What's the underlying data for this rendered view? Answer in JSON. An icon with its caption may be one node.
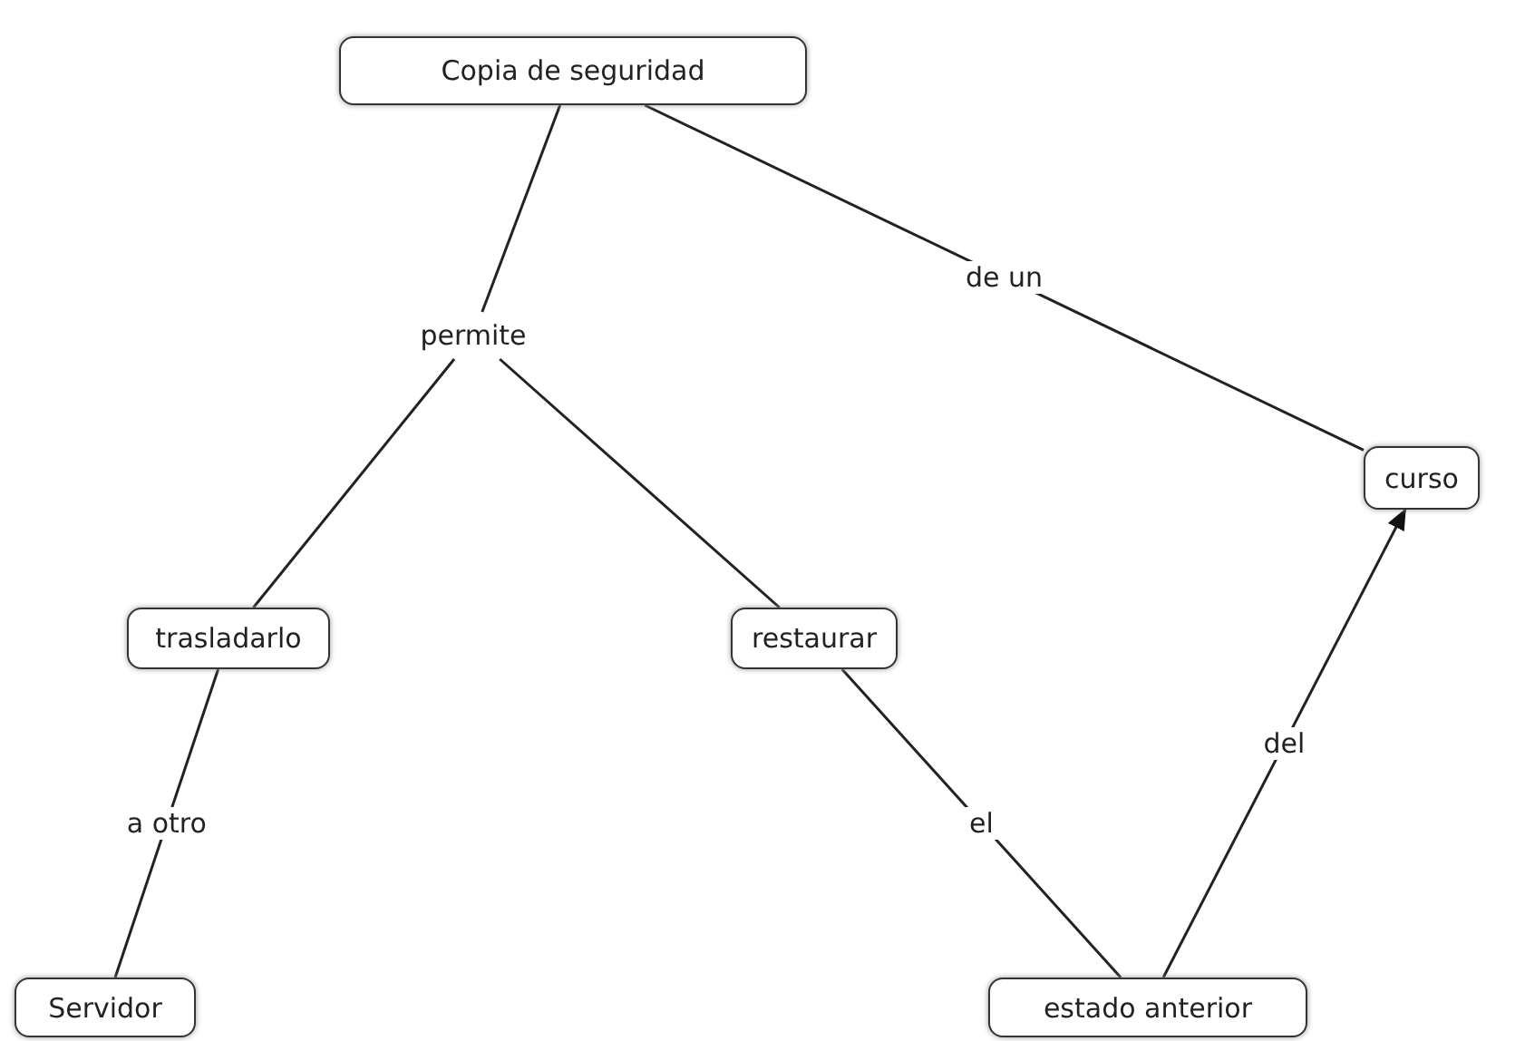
{
  "diagram": {
    "nodes": [
      {
        "text": [
          "Copia de seguridad"
        ]
      },
      {
        "text": [
          "permite"
        ]
      },
      {
        "text": [
          "curso"
        ]
      },
      {
        "text": [
          "trasladarlo"
        ]
      },
      {
        "text": [
          "restaurar"
        ]
      },
      {
        "text": [
          "Servidor"
        ]
      },
      {
        "text": [
          "estado anterior"
        ]
      }
    ],
    "edges": [
      {
        "from": 0,
        "to": 1,
        "arrow": "none"
      },
      {
        "from": 1,
        "to": 3,
        "arrow": "none"
      },
      {
        "from": 1,
        "to": 4,
        "arrow": "none"
      },
      {
        "from": 0,
        "to": 2,
        "arrow": "none",
        "label": "de un"
      },
      {
        "from": 3,
        "to": 5,
        "arrow": "none",
        "label": "a otro"
      },
      {
        "from": 4,
        "to": 6,
        "arrow": "none",
        "label": "el"
      },
      {
        "from": 6,
        "to": 2,
        "arrow": "to",
        "label": "del"
      }
    ]
  }
}
